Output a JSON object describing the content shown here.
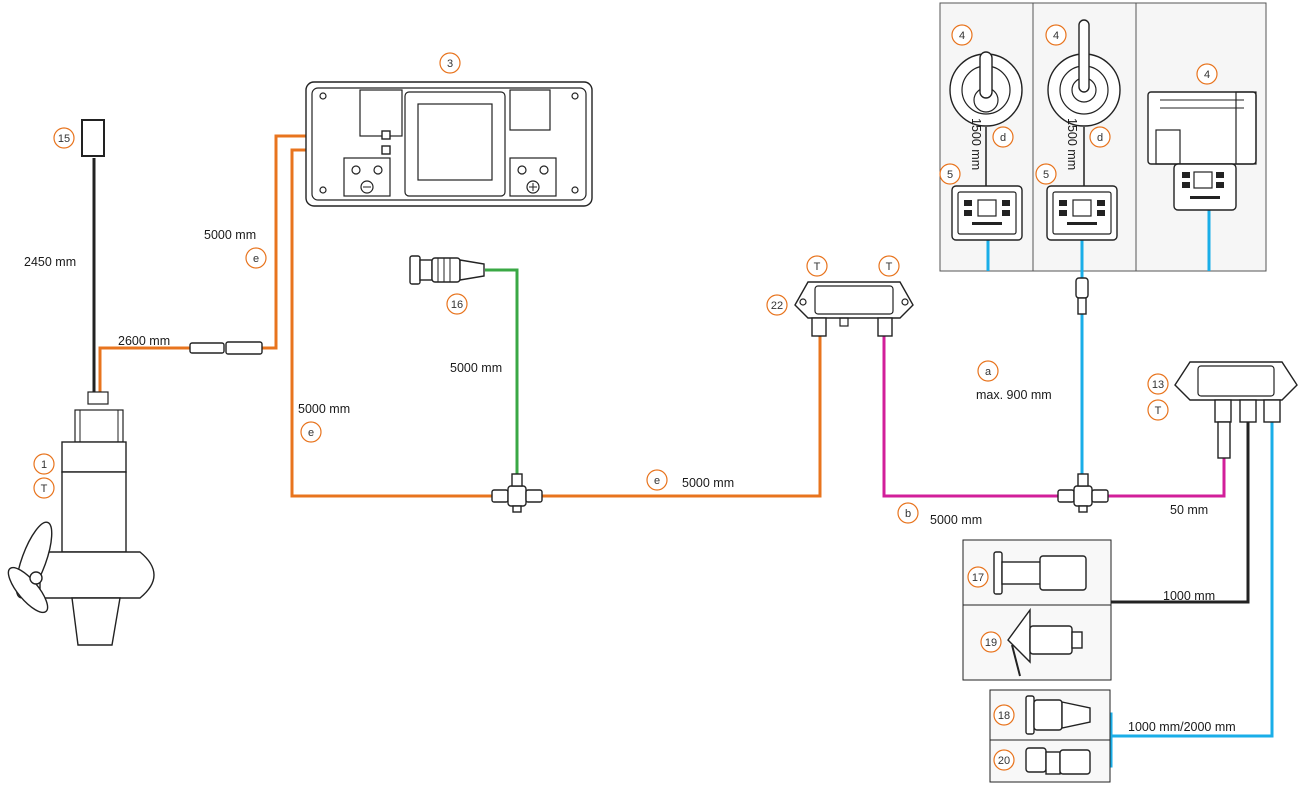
{
  "colors": {
    "orange_cable": "#e8741e",
    "green_cable": "#3aa845",
    "magenta_cable": "#d21f9a",
    "blue_cable": "#1aaee8",
    "black_cable": "#222222",
    "marker_outline": "#e8741e"
  },
  "markers": {
    "m15": "15",
    "m1": "1",
    "m1t": "T",
    "m3": "3",
    "m16": "16",
    "m22": "22",
    "m22t1": "T",
    "m22t2": "T",
    "m4a": "4",
    "m4b": "4",
    "m4c": "4",
    "m5a": "5",
    "m5b": "5",
    "da": "d",
    "db": "d",
    "m13": "13",
    "m13t": "T",
    "e1": "e",
    "e2": "e",
    "e3": "e",
    "a": "a",
    "b": "b",
    "m17": "17",
    "m19": "19",
    "m18": "18",
    "m20": "20"
  },
  "lengths": {
    "l2450": "2450 mm",
    "l2600": "2600 mm",
    "l5000_top": "5000 mm",
    "l5000_left": "5000 mm",
    "l5000_green": "5000 mm",
    "l5000_orange_bottom": "5000 mm",
    "l5000_magenta": "5000 mm",
    "l1500_a": "1500 mm",
    "l1500_b": "1500 mm",
    "lmax900": "max. 900 mm",
    "l50": "50 mm",
    "l1000": "1000 mm",
    "l1000_2000": "1000 mm/2000 mm"
  },
  "icons": [
    "thruster-icon",
    "remote-sensor-icon",
    "battery-main-switch-icon",
    "connector-16-icon",
    "bus-power-box-icon",
    "joystick-panel-icon",
    "joystick-control-icon",
    "control-panel-icon",
    "hub-interface-icon",
    "connector-17-icon",
    "connector-19-icon",
    "connector-18-icon",
    "connector-20-icon",
    "t-connector-icon"
  ]
}
